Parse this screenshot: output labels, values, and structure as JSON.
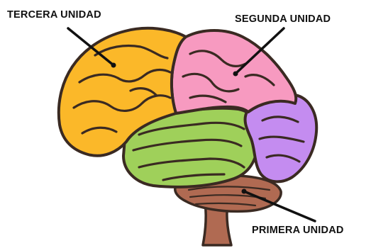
{
  "labels": {
    "third_unit": "TERCERA UNIDAD",
    "second_unit": "SEGUNDA UNIDAD",
    "first_unit": "PRIMERA UNIDAD"
  },
  "colors": {
    "third_unit": "#fbb829",
    "second_unit": "#f79ac0",
    "purple_region": "#c48cf0",
    "green_region": "#9fd05a",
    "first_unit": "#b06a52",
    "outline": "#3a2a22",
    "background": "#ffffff"
  }
}
